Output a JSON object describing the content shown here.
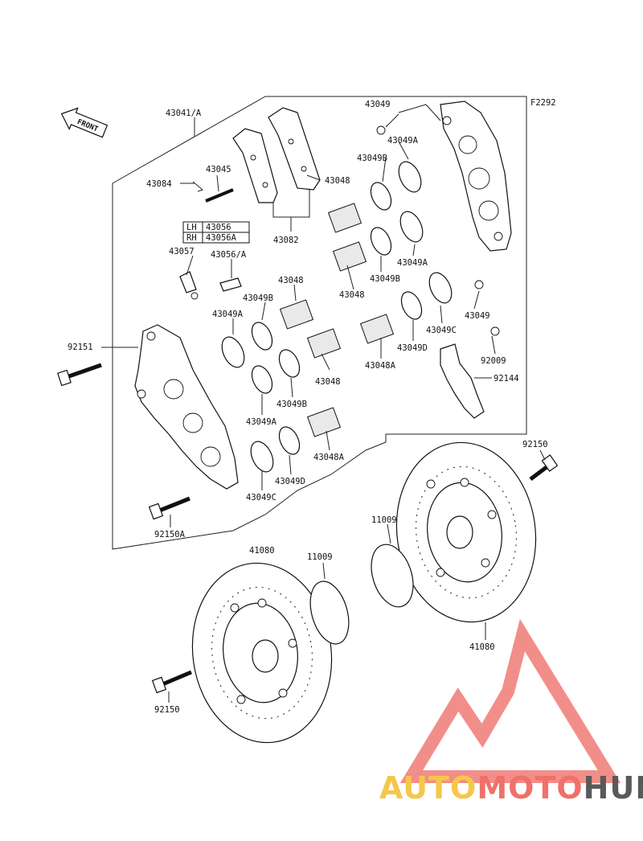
{
  "figure_code": "F2292",
  "front_label": "FRONT",
  "callouts": {
    "c43041A": "43041/A",
    "c43049_top": "43049",
    "c43049A_top": "43049A",
    "c43049B_top": "43049B",
    "c43045": "43045",
    "c43084": "43084",
    "c43048_a": "43048",
    "c43082": "43082",
    "c43057": "43057",
    "c43056A": "43056/A",
    "c43049A_r": "43049A",
    "c43048_b": "43048",
    "c43049B_m": "43049B",
    "c43049_r": "43049",
    "c43048_c": "43048",
    "c43049B_l": "43049B",
    "c43049C_r": "43049C",
    "c92151": "92151",
    "c43049A_l": "43049A",
    "c43048A_r": "43048A",
    "c43049D_r": "43049D",
    "c92009": "92009",
    "c92144": "92144",
    "c43048_d": "43048",
    "c43049B_b": "43049B",
    "c43049A_b": "43049A",
    "c43048A_b": "43048A",
    "c43049D_b": "43049D",
    "c43049C_b": "43049C",
    "c92150_r": "92150",
    "c92150A": "92150A",
    "c11009_r": "11009",
    "c41080_l": "41080",
    "c11009_l": "11009",
    "c41080_r": "41080",
    "c92150_l": "92150"
  },
  "variant_table": {
    "rows": [
      {
        "side": "LH",
        "part": "43056"
      },
      {
        "side": "RH",
        "part": "43056A"
      }
    ]
  },
  "watermark": {
    "part1": "AUTO",
    "part2": "MOTO",
    "part3": "HUB",
    "colors": {
      "auto": "#f5c74a",
      "moto": "#f0706a",
      "hub": "#5a5a5a",
      "triangle": "#f07a74"
    }
  }
}
